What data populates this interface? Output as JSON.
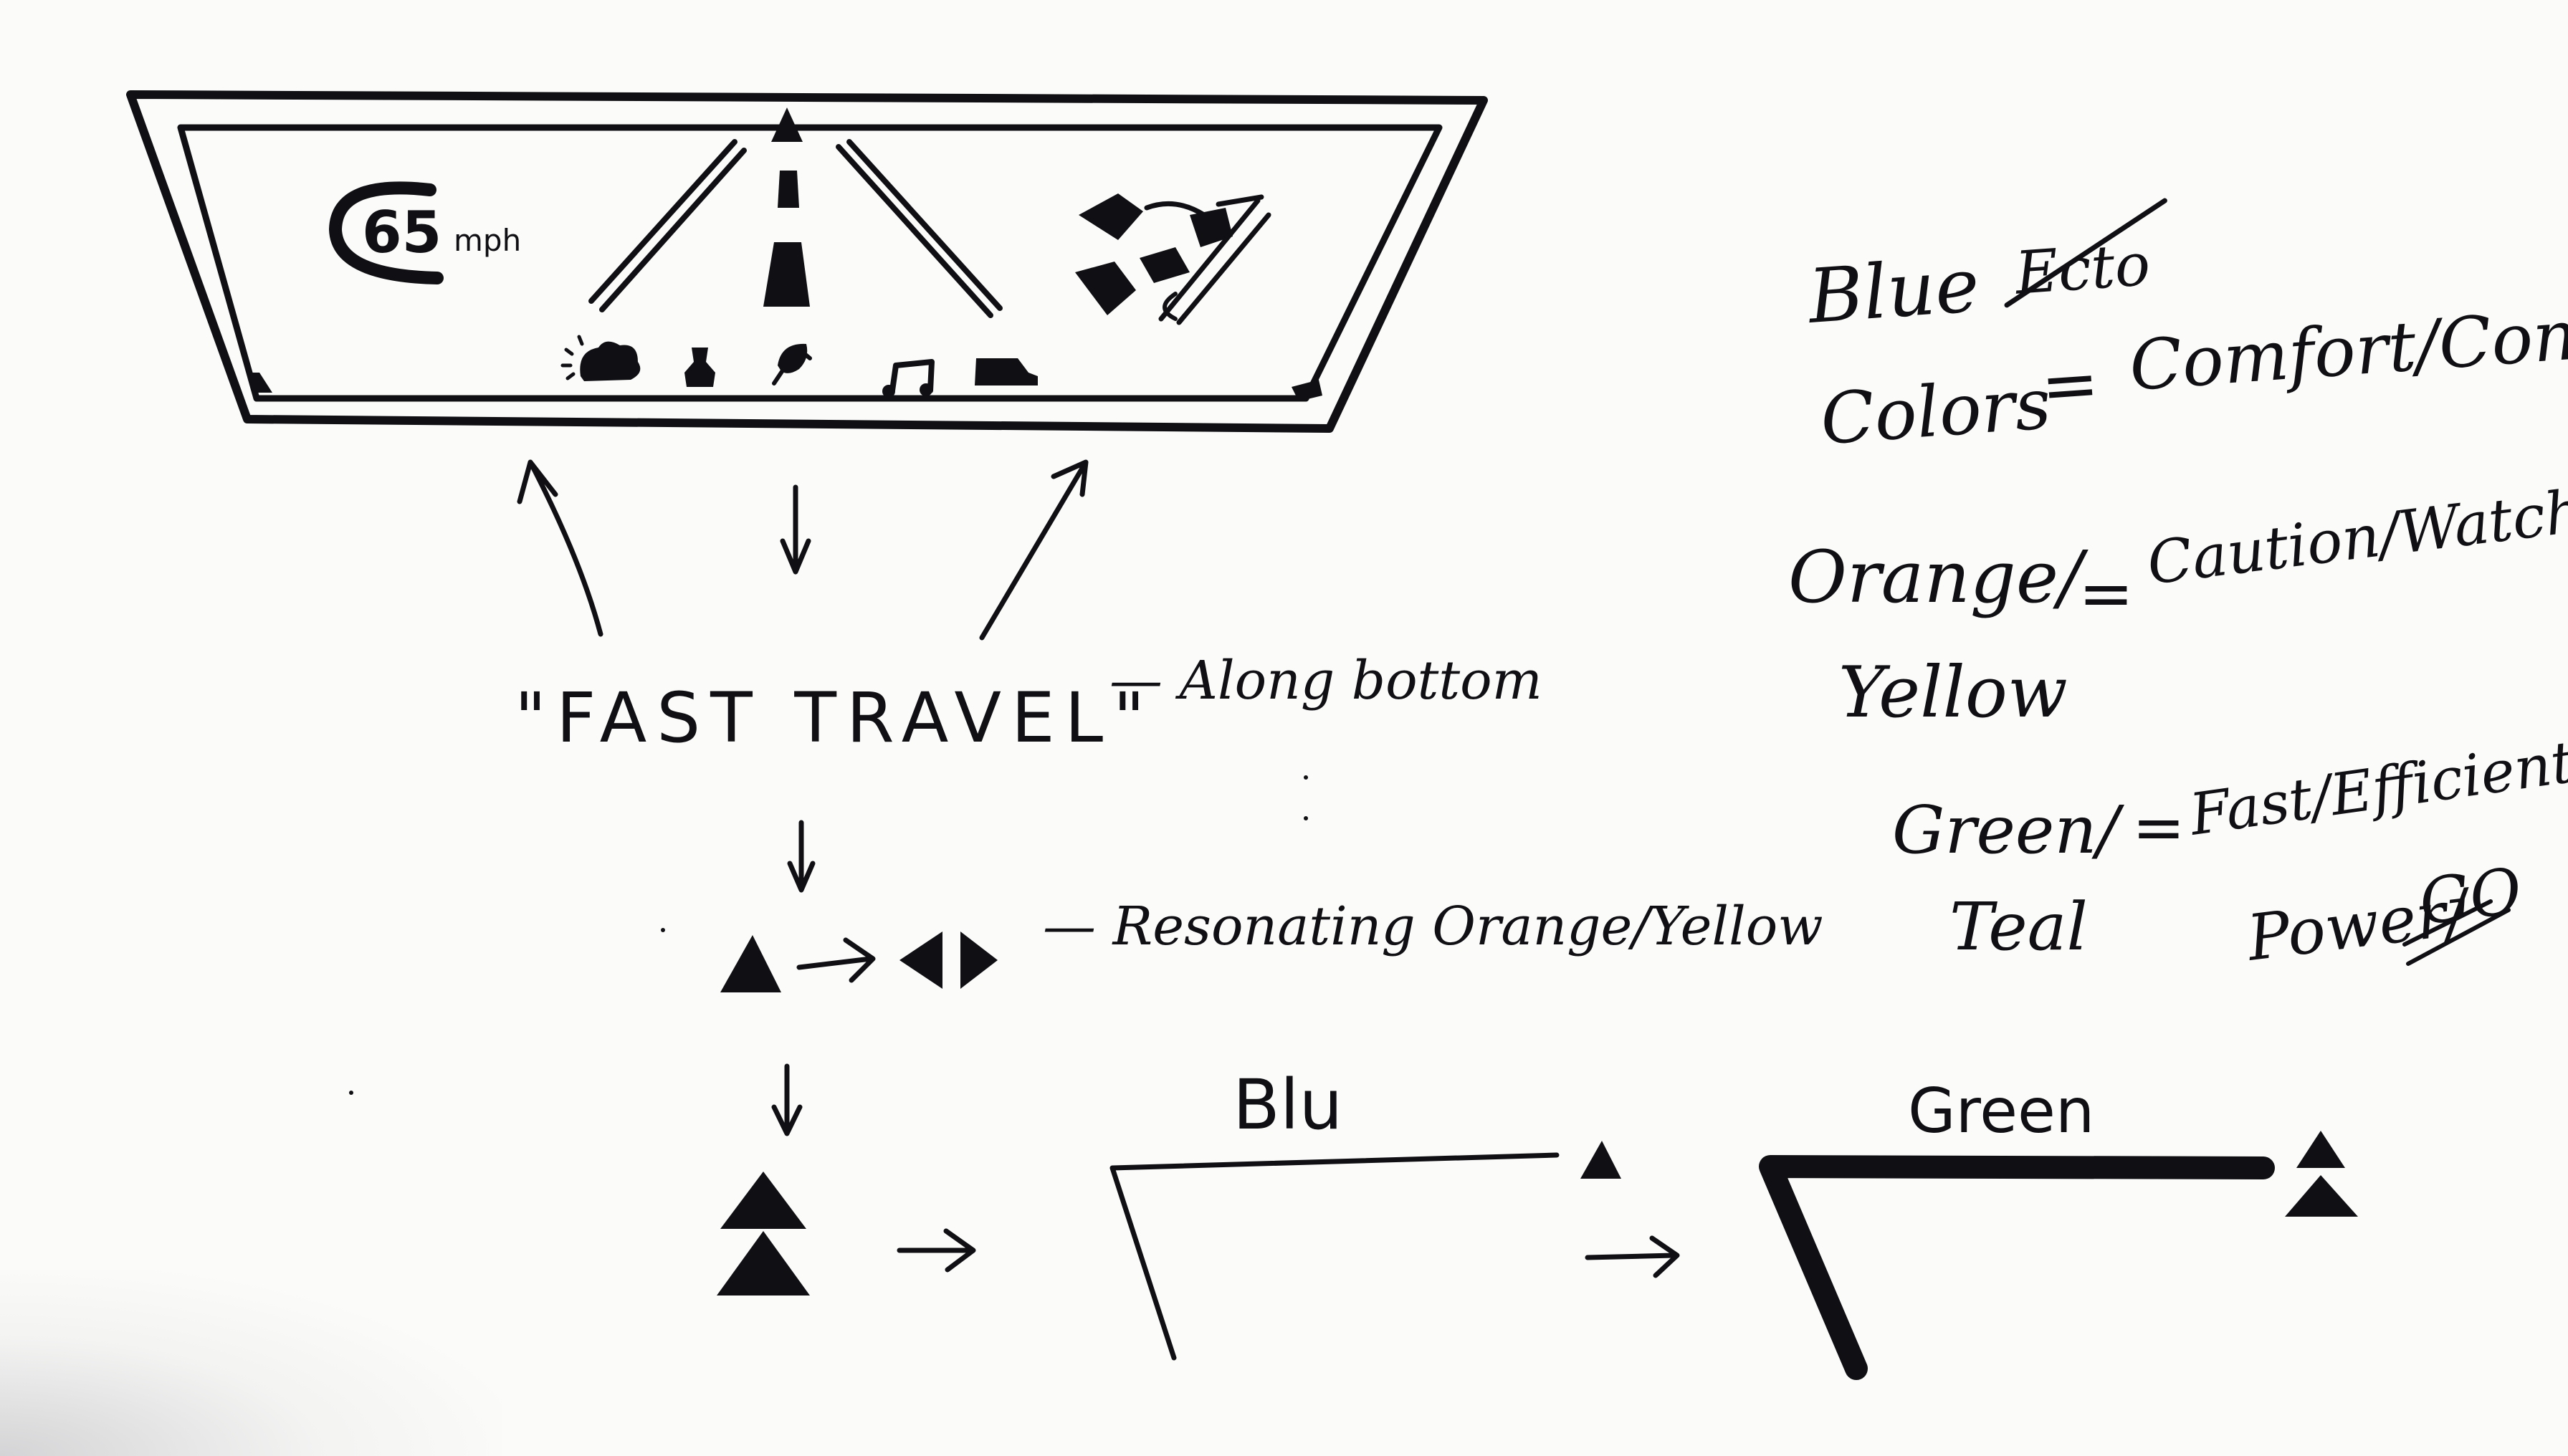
{
  "dashboard": {
    "speed_value": "65",
    "speed_unit": "mph",
    "icons": [
      "weather-icon",
      "person-icon",
      "leaf-icon",
      "music-note-icon",
      "car-icon"
    ]
  },
  "mode": {
    "label": "\"FAST TRAVEL\"",
    "note": "— Along bottom"
  },
  "resonating": {
    "note": "— Resonating Orange/Yellow"
  },
  "transition": {
    "blue_label": "Blu",
    "green_label": "Green"
  },
  "legend": {
    "blue_word": "Blue",
    "blue_struck": "Ecto",
    "blue_colors": "Colors",
    "blue_eq": "=",
    "blue_meaning": "Comfort/Control",
    "orange_top": "Orange/",
    "orange_bottom": "Yellow",
    "orange_eq": "=",
    "orange_meaning": "Caution/Watchout",
    "green_top": "Green/",
    "green_bottom": "Teal",
    "green_eq": "=",
    "green_meaning_top": "Fast/Efficient/",
    "green_meaning_bottom": "Power/",
    "green_go": "GO"
  }
}
